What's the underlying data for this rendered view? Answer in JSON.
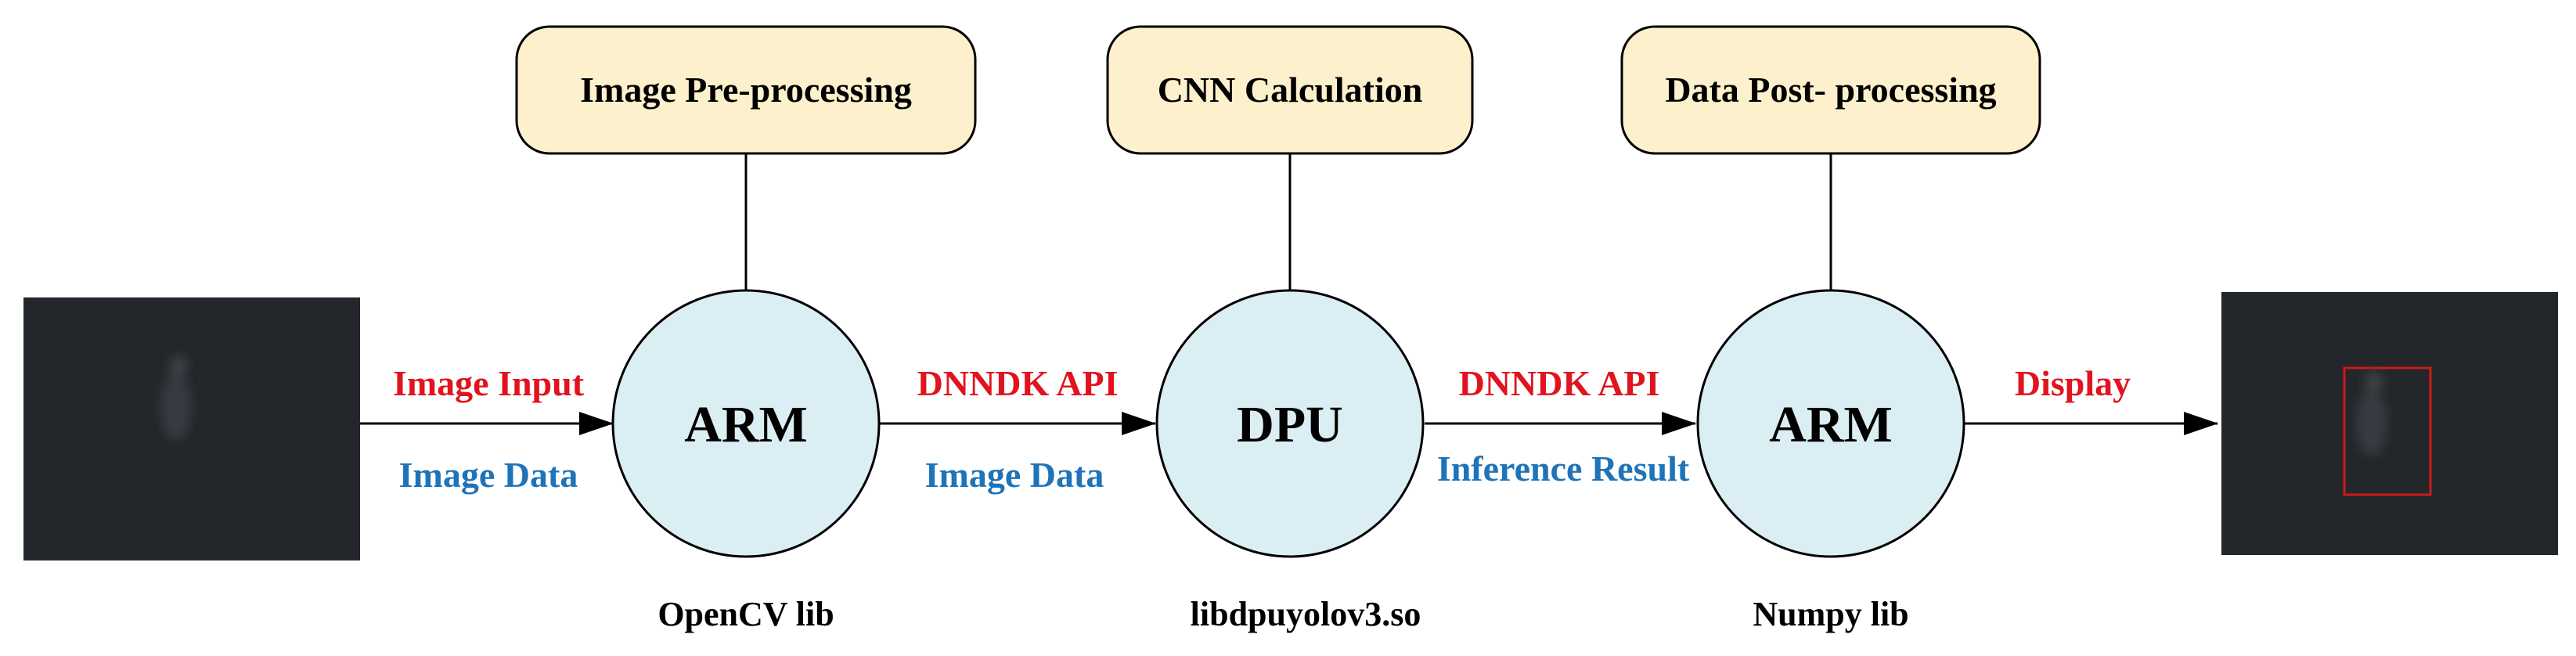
{
  "colors": {
    "box_fill": "#fdf0cc",
    "box_stroke": "#000000",
    "circle_fill": "#dbeef3",
    "circle_stroke": "#000000",
    "edge_top_text": "#e0141e",
    "edge_bottom_text": "#1f73b8",
    "frame_bg": "#23272b",
    "detection_box": "#cc1a1a"
  },
  "processes": [
    {
      "label": "Image Pre-processing"
    },
    {
      "label": "CNN Calculation"
    },
    {
      "label": "Data Post- processing"
    }
  ],
  "nodes": [
    {
      "label": "ARM",
      "lib": "OpenCV lib"
    },
    {
      "label": "DPU",
      "lib": "libdpuyolov3.so"
    },
    {
      "label": "ARM",
      "lib": "Numpy lib"
    }
  ],
  "edges": [
    {
      "top": "Image Input",
      "bottom": "Image Data"
    },
    {
      "top": "DNNDK API",
      "bottom": "Image Data"
    },
    {
      "top": "DNNDK API",
      "bottom": "Inference Result"
    },
    {
      "top": "Display",
      "bottom": ""
    }
  ],
  "images": {
    "input_icon": "dark-thermal-frame-icon",
    "output_icon": "dark-thermal-frame-with-detection-icon"
  }
}
